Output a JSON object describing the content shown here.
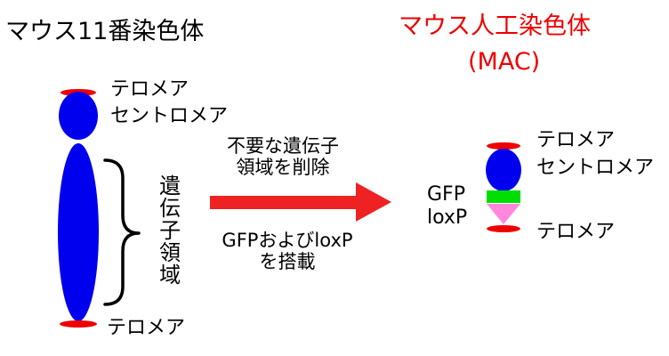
{
  "left": {
    "title": "マウス11番染色体",
    "label_telomere_top": "テロメア",
    "label_centromere": "セントロメア",
    "label_gene_region": "遺伝子領域",
    "label_telomere_bottom": "テロメア"
  },
  "right": {
    "title": "マウス人工染色体",
    "subtitle": "(MAC)",
    "label_telomere_top": "テロメア",
    "label_centromere": "セントロメア",
    "label_gfp": "GFP",
    "label_loxp": "loxP",
    "label_telomere_bottom": "テロメア"
  },
  "arrow": {
    "text_top_line1": "不要な遺伝子",
    "text_top_line2": "領域を削除",
    "text_bottom_line1": "GFPおよびloxP",
    "text_bottom_line2": "を搭載"
  },
  "colors": {
    "chromosome": "#0000ee",
    "telomere": "#ee0000",
    "arrow": "#ee2222",
    "gfp": "#00dd00",
    "loxp": "#ff88dd",
    "title_right": "#ee0000"
  }
}
